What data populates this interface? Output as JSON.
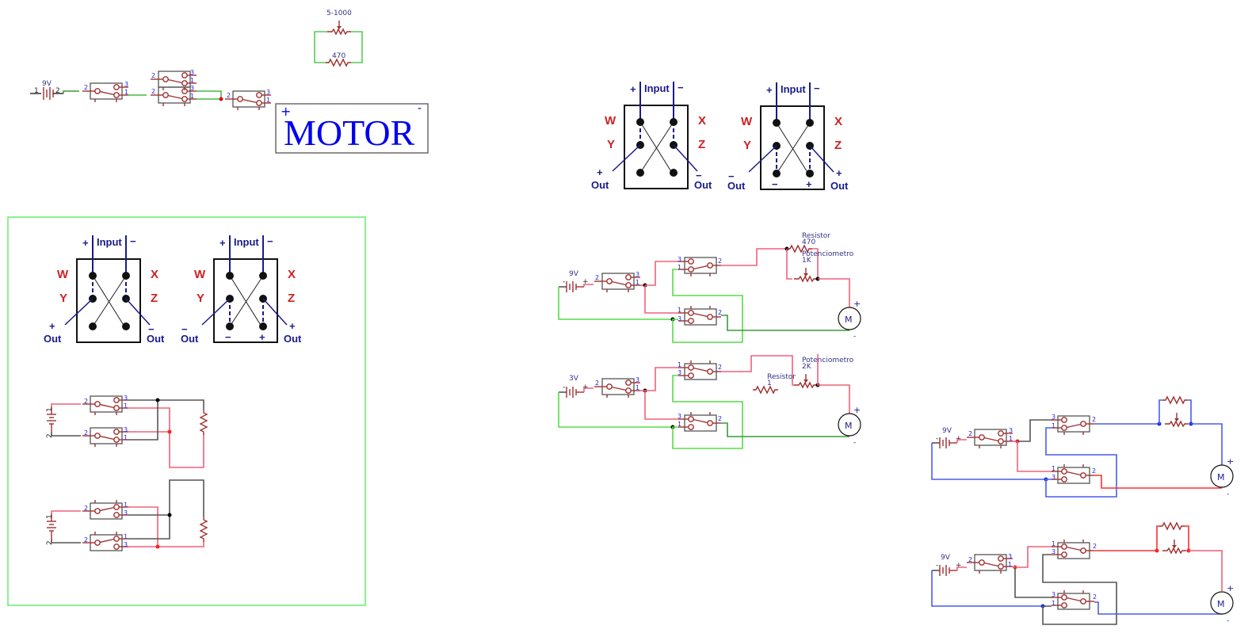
{
  "canvas": {
    "background": "#ffffff"
  },
  "top_circuit": {
    "battery_label": "9V",
    "battery_pin1": "1",
    "battery_pin2": "2",
    "pot_label": "5-1000",
    "resistor_label": "470",
    "motor_label": "MOTOR",
    "motor_plus": "+",
    "motor_minus": "-",
    "switch_pins": [
      "2",
      "3",
      "1"
    ]
  },
  "dpdt_diagram": {
    "input_label": "Input",
    "plus": "+",
    "minus": "−",
    "out_label": "Out",
    "terminals": [
      "W",
      "X",
      "Y",
      "Z"
    ],
    "small_plus": "+",
    "small_minus": "−"
  },
  "circuit_a": {
    "battery_label": "9V",
    "resistor_title": "Resistor",
    "resistor_value": "470",
    "pot_title": "Potenciometro",
    "pot_value": "1K",
    "motor": "M",
    "plus": "+",
    "minus": "-"
  },
  "circuit_b": {
    "battery_label": "3V",
    "resistor_title": "Resistor",
    "resistor_value": "1",
    "pot_title": "Potenciometro",
    "pot_value": "2K",
    "motor": "M",
    "plus": "+",
    "minus": "-"
  },
  "circuit_c": {
    "battery_label": "9V",
    "motor": "M",
    "plus": "+",
    "minus": "-"
  },
  "circuit_d": {
    "battery_label": "9V",
    "motor": "M",
    "plus": "+",
    "minus": "-"
  },
  "box_circuits": {
    "battery_pin1": "1",
    "battery_pin2": "2"
  },
  "colors": {
    "frame": "#66ee66",
    "wire_red": "#f0607a",
    "wire_green": "#55dd44",
    "wire_blue": "#4a5cf0",
    "component": "#a03030",
    "motor_text": "#0000ee"
  }
}
